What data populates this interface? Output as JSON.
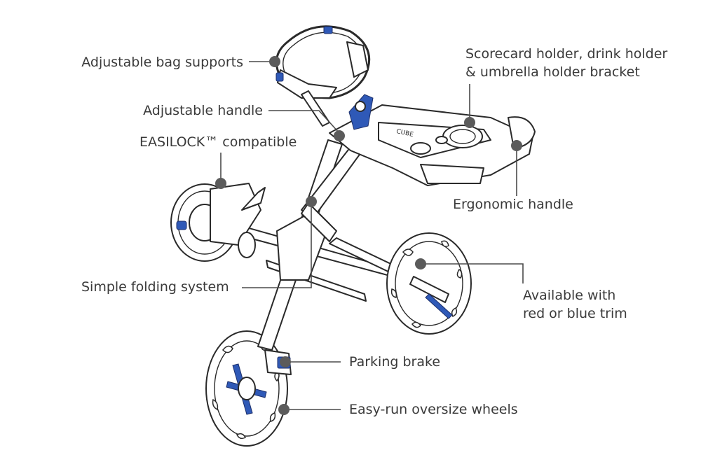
{
  "colors": {
    "trim": "#2f59b7",
    "text": "#3a3a3a",
    "leader": "#4a4a4a",
    "dot": "#5b5b5b",
    "outline": "#2a2a2a"
  },
  "callouts": {
    "bag_supports": "Adjustable bag supports",
    "handle": "Adjustable handle",
    "easilock": "EASILOCK™ compatible",
    "folding": "Simple folding system",
    "scorecard": [
      "Scorecard holder, drink holder",
      "& umbrella holder bracket"
    ],
    "ergonomic": "Ergonomic handle",
    "trim": [
      "Available with",
      "red or blue trim"
    ],
    "brake": "Parking brake",
    "wheels": "Easy-run oversize wheels"
  },
  "illustration": {
    "name": "golf-trolley",
    "brand_text": "CUBE"
  }
}
